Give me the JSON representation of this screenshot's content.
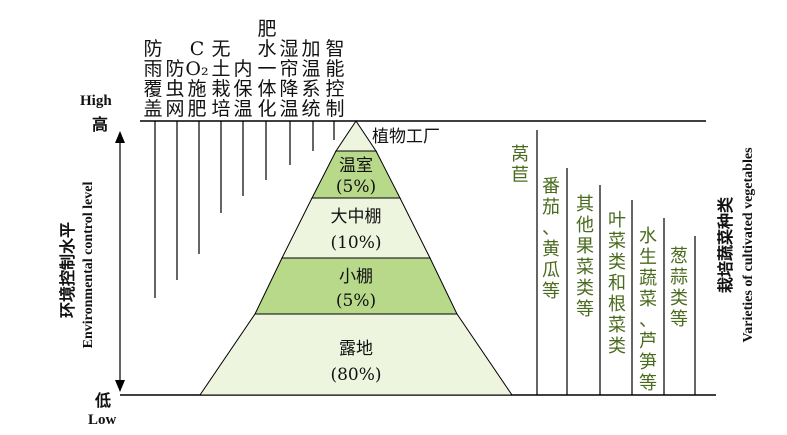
{
  "axis": {
    "high_en": "High",
    "high_cn": "高",
    "low_cn": "低",
    "low_en": "Low",
    "left_cn": "环境控制水平",
    "left_en": "Environmental control level",
    "right_cn": "栽培蔬菜种类",
    "right_en": "Varieties of cultivated vegetables"
  },
  "tech_labels": [
    "防雨覆盖",
    "防虫网",
    "CO₂施肥",
    "无土栽培",
    "内保温",
    "肥水一体化",
    "湿帘降温",
    "加温系统",
    "智能控制"
  ],
  "pyramid": {
    "apex_label": "植物工厂",
    "tiers": [
      {
        "name": "温室",
        "percent": "(5%)"
      },
      {
        "name": "大中棚",
        "percent": "(10%)"
      },
      {
        "name": "小棚",
        "percent": "(5%)"
      },
      {
        "name": "露地",
        "percent": "(80%)"
      }
    ]
  },
  "vegetables": [
    "莴苣",
    "番茄、黄瓜等",
    "其他果菜类等",
    "叶菜类和根菜类",
    "水生蔬菜、芦笋等",
    "葱蒜类等"
  ],
  "colors": {
    "tier_green": "#b8d88a",
    "tier_light": "#eef5df",
    "veg_text": "#4a6b1e"
  }
}
